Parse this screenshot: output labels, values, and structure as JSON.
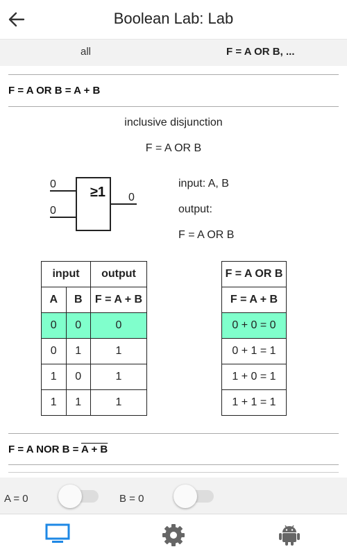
{
  "app": {
    "title": "Boolean Lab: Lab"
  },
  "tabs": [
    {
      "label": "all"
    },
    {
      "label": "F = A OR B, ..."
    }
  ],
  "section_or": {
    "title": "F = A OR B = A + B",
    "description": "inclusive disjunction",
    "formula": "F = A OR B",
    "gate": {
      "symbol": "≥1",
      "input_a": "0",
      "input_b": "0",
      "output": "0"
    },
    "info": {
      "input": "input: A, B",
      "output_label": "output:",
      "output_formula": "F = A OR B"
    },
    "truth_table": {
      "header_input": "input",
      "header_output": "output",
      "col_a": "A",
      "col_b": "B",
      "col_f": "F = A + B",
      "rows": [
        {
          "a": "0",
          "b": "0",
          "f": "0"
        },
        {
          "a": "0",
          "b": "1",
          "f": "1"
        },
        {
          "a": "1",
          "b": "0",
          "f": "1"
        },
        {
          "a": "1",
          "b": "1",
          "f": "1"
        }
      ],
      "highlight_row": 0,
      "highlight_color": "#80ffcc"
    },
    "expr_table": {
      "header1": "F = A OR B",
      "header2": "F = A + B",
      "rows": [
        "0 + 0 = 0",
        "0 + 1 = 1",
        "1 + 0 = 1",
        "1 + 1 = 1"
      ]
    }
  },
  "section_nor": {
    "title_prefix": "F = A NOR B = ",
    "title_overlined": "A + B"
  },
  "switches": [
    {
      "label": "A = 0",
      "on": false
    },
    {
      "label": "B = 0",
      "on": false
    }
  ],
  "bottom_nav": [
    {
      "icon": "monitor-icon",
      "active": true,
      "color": "#1e88e5"
    },
    {
      "icon": "gear-icon",
      "active": false,
      "color": "#666666"
    },
    {
      "icon": "android-icon",
      "active": false,
      "color": "#666666"
    }
  ]
}
